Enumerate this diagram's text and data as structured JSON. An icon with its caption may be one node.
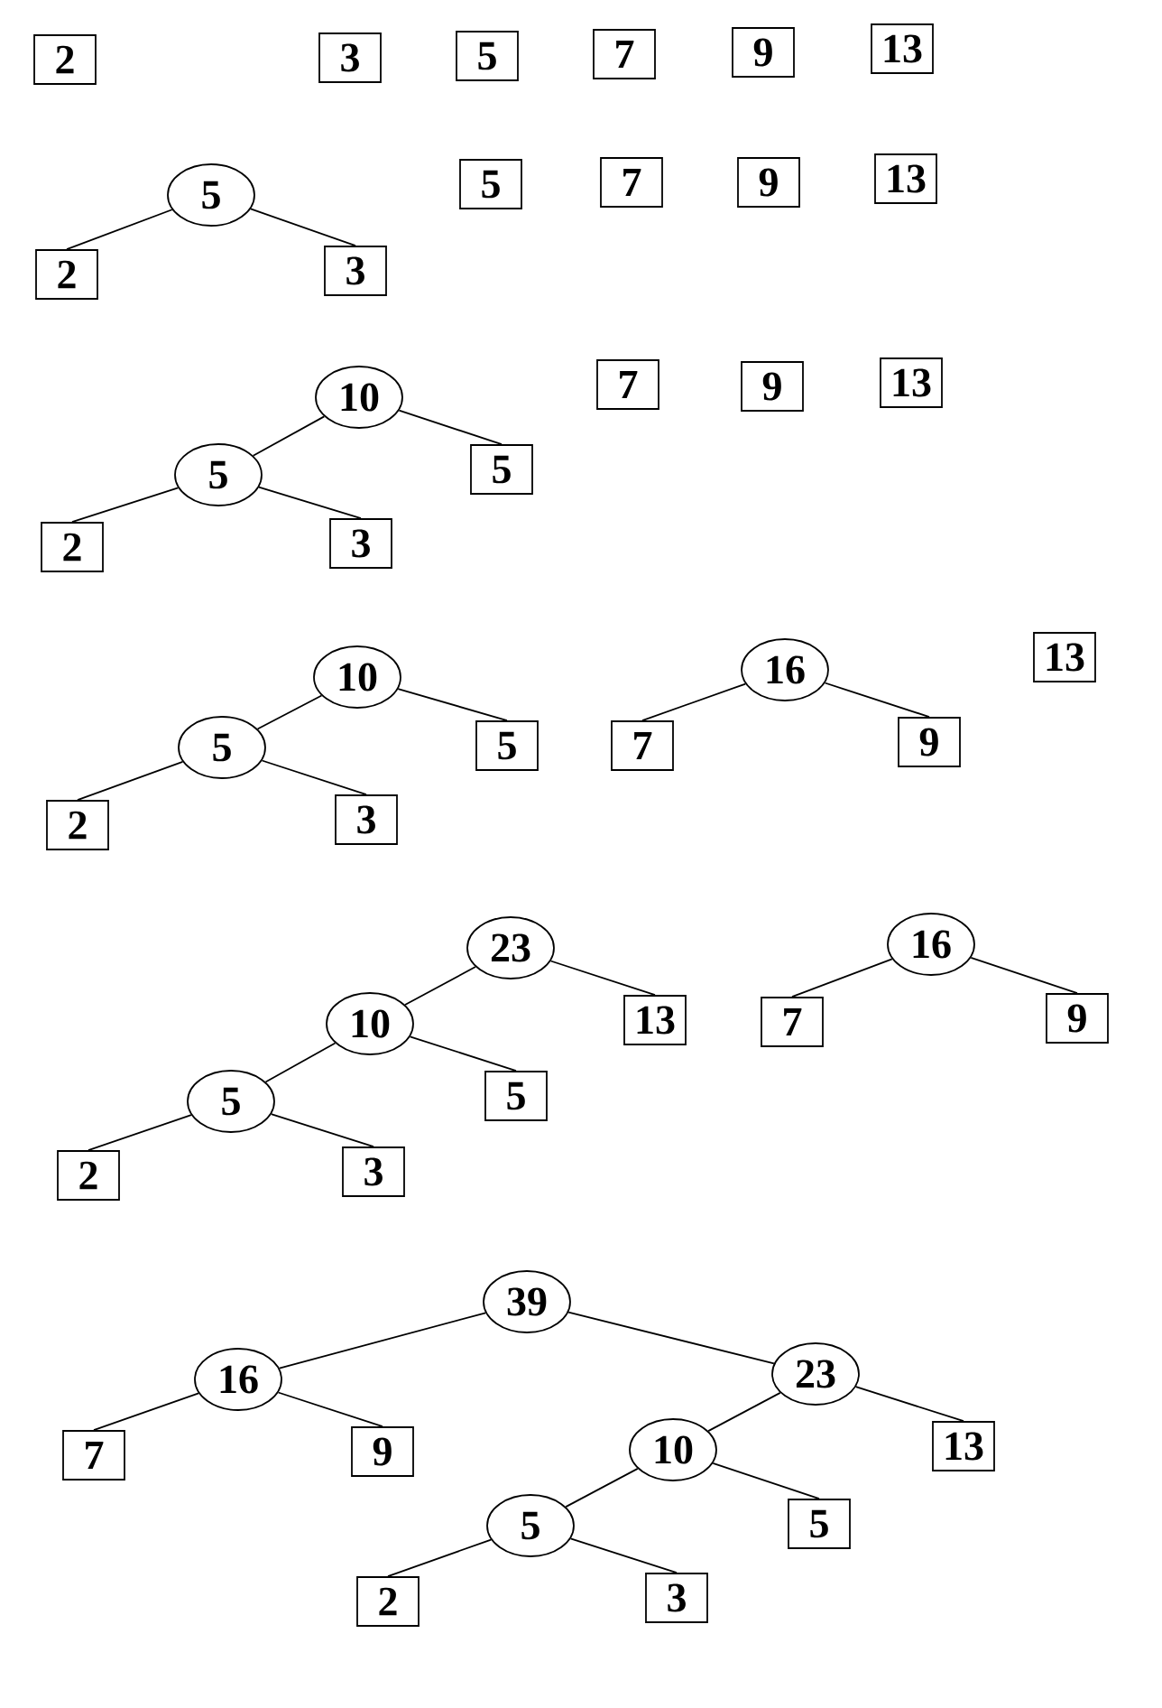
{
  "diagram": {
    "nodes": [
      {
        "text": [
          "2"
        ]
      },
      {
        "text": [
          "3"
        ]
      },
      {
        "text": [
          "5"
        ]
      },
      {
        "text": [
          "7"
        ]
      },
      {
        "text": [
          "9"
        ]
      },
      {
        "text": [
          "13"
        ]
      },
      {
        "text": [
          "5"
        ]
      },
      {
        "text": [
          "2"
        ]
      },
      {
        "text": [
          "3"
        ]
      },
      {
        "text": [
          "5"
        ]
      },
      {
        "text": [
          "7"
        ]
      },
      {
        "text": [
          "9"
        ]
      },
      {
        "text": [
          "13"
        ]
      },
      {
        "text": [
          "10"
        ]
      },
      {
        "text": [
          "7"
        ]
      },
      {
        "text": [
          "9"
        ]
      },
      {
        "text": [
          "13"
        ]
      },
      {
        "text": [
          "5"
        ]
      },
      {
        "text": [
          "5"
        ]
      },
      {
        "text": [
          "2"
        ]
      },
      {
        "text": [
          "3"
        ]
      },
      {
        "text": [
          "10"
        ]
      },
      {
        "text": [
          "5"
        ]
      },
      {
        "text": [
          "5"
        ]
      },
      {
        "text": [
          "2"
        ]
      },
      {
        "text": [
          "3"
        ]
      },
      {
        "text": [
          "16"
        ]
      },
      {
        "text": [
          "7"
        ]
      },
      {
        "text": [
          "9"
        ]
      },
      {
        "text": [
          "13"
        ]
      },
      {
        "text": [
          "23"
        ]
      },
      {
        "text": [
          "10"
        ]
      },
      {
        "text": [
          "13"
        ]
      },
      {
        "text": [
          "5"
        ]
      },
      {
        "text": [
          "5"
        ]
      },
      {
        "text": [
          "2"
        ]
      },
      {
        "text": [
          "3"
        ]
      },
      {
        "text": [
          "16"
        ]
      },
      {
        "text": [
          "7"
        ]
      },
      {
        "text": [
          "9"
        ]
      },
      {
        "text": [
          "39"
        ]
      },
      {
        "text": [
          "16"
        ]
      },
      {
        "text": [
          "23"
        ]
      },
      {
        "text": [
          "7"
        ]
      },
      {
        "text": [
          "9"
        ]
      },
      {
        "text": [
          "10"
        ]
      },
      {
        "text": [
          "13"
        ]
      },
      {
        "text": [
          "5"
        ]
      },
      {
        "text": [
          "5"
        ]
      },
      {
        "text": [
          "2"
        ]
      },
      {
        "text": [
          "3"
        ]
      }
    ],
    "edges": [
      {
        "from": 6,
        "to": 7,
        "arrow": "none"
      },
      {
        "from": 6,
        "to": 8,
        "arrow": "none"
      },
      {
        "from": 13,
        "to": 17,
        "arrow": "none"
      },
      {
        "from": 13,
        "to": 18,
        "arrow": "none"
      },
      {
        "from": 17,
        "to": 19,
        "arrow": "none"
      },
      {
        "from": 17,
        "to": 20,
        "arrow": "none"
      },
      {
        "from": 21,
        "to": 22,
        "arrow": "none"
      },
      {
        "from": 21,
        "to": 23,
        "arrow": "none"
      },
      {
        "from": 22,
        "to": 24,
        "arrow": "none"
      },
      {
        "from": 22,
        "to": 25,
        "arrow": "none"
      },
      {
        "from": 26,
        "to": 27,
        "arrow": "none"
      },
      {
        "from": 26,
        "to": 28,
        "arrow": "none"
      },
      {
        "from": 30,
        "to": 31,
        "arrow": "none"
      },
      {
        "from": 30,
        "to": 32,
        "arrow": "none"
      },
      {
        "from": 31,
        "to": 33,
        "arrow": "none"
      },
      {
        "from": 31,
        "to": 34,
        "arrow": "none"
      },
      {
        "from": 33,
        "to": 35,
        "arrow": "none"
      },
      {
        "from": 33,
        "to": 36,
        "arrow": "none"
      },
      {
        "from": 37,
        "to": 38,
        "arrow": "none"
      },
      {
        "from": 37,
        "to": 39,
        "arrow": "none"
      },
      {
        "from": 40,
        "to": 41,
        "arrow": "none"
      },
      {
        "from": 40,
        "to": 42,
        "arrow": "none"
      },
      {
        "from": 41,
        "to": 43,
        "arrow": "none"
      },
      {
        "from": 41,
        "to": 44,
        "arrow": "none"
      },
      {
        "from": 42,
        "to": 45,
        "arrow": "none"
      },
      {
        "from": 42,
        "to": 46,
        "arrow": "none"
      },
      {
        "from": 45,
        "to": 47,
        "arrow": "none"
      },
      {
        "from": 45,
        "to": 48,
        "arrow": "none"
      },
      {
        "from": 47,
        "to": 49,
        "arrow": "none"
      },
      {
        "from": 47,
        "to": 50,
        "arrow": "none"
      }
    ]
  }
}
